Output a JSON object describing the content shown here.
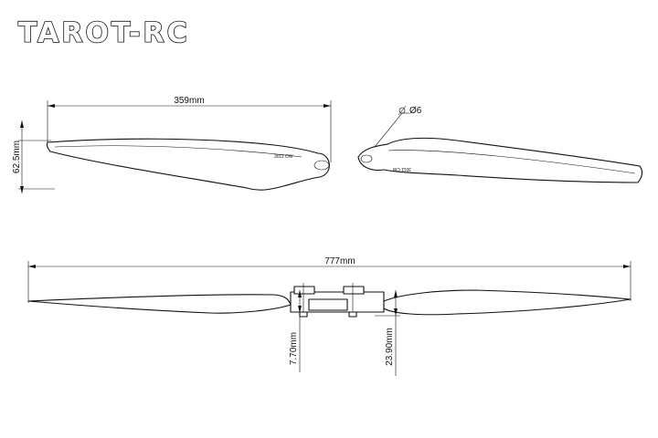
{
  "brand": {
    "logo_text": "TAROT-RC"
  },
  "top_view": {
    "length_label": "359mm",
    "width_label": "62.5mm",
    "blade_label": "3011 CW"
  },
  "hub_view": {
    "hole_label": "Ø6",
    "blade_label": "3011 CW"
  },
  "side_view": {
    "span_label": "777mm",
    "hub_height_label": "7.70mm",
    "total_height_label": "23.90mm"
  }
}
